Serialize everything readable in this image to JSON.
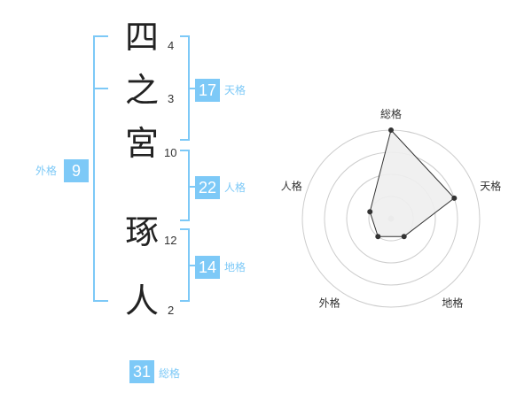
{
  "chart_data": {
    "type": "radar",
    "name_chars": [
      {
        "char": "四",
        "strokes": "4"
      },
      {
        "char": "之",
        "strokes": "3"
      },
      {
        "char": "宮",
        "strokes": "10"
      },
      {
        "char": "琢",
        "strokes": "12"
      },
      {
        "char": "人",
        "strokes": "2"
      }
    ],
    "fortunes": {
      "tenkaku": {
        "label": "天格",
        "value": "17"
      },
      "jinkaku": {
        "label": "人格",
        "value": "22"
      },
      "chikaku": {
        "label": "地格",
        "value": "14"
      },
      "gaikaku": {
        "label": "外格",
        "value": "9"
      },
      "soukaku": {
        "label": "総格",
        "value": "31"
      }
    },
    "radar": {
      "axes": [
        "総格",
        "天格",
        "地格",
        "外格",
        "人格"
      ],
      "levels": 4,
      "max": 4,
      "values": [
        4,
        3,
        1,
        1,
        1
      ]
    },
    "colors": {
      "accent": "#7dc9f7",
      "polygon_fill": "#eeeeee",
      "polygon_stroke": "#333333",
      "ring_stroke": "#cccccc"
    }
  }
}
